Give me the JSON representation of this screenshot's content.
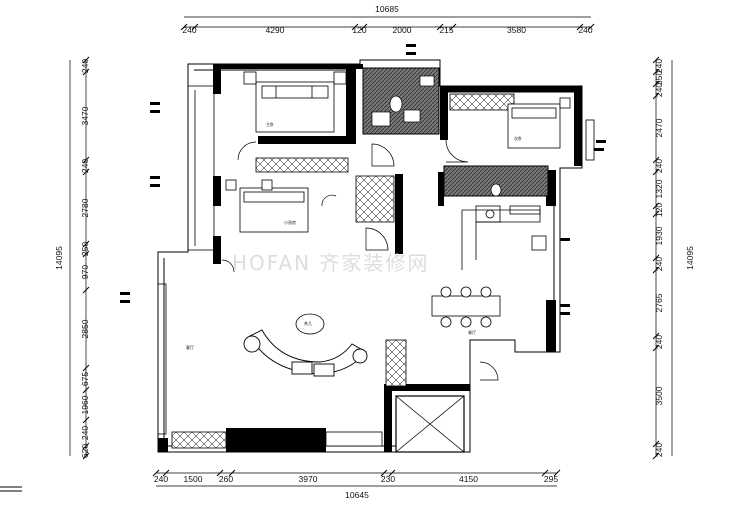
{
  "dimensions": {
    "top_total": "10685",
    "top_segments": [
      "240",
      "4290",
      "120",
      "2000",
      "215",
      "3580",
      "240"
    ],
    "bottom_total": "10645",
    "bottom_segments": [
      "240",
      "1500",
      "260",
      "3970",
      "230",
      "4150",
      "295"
    ],
    "left_total": "14095",
    "left_segments": [
      "240",
      "3470",
      "240",
      "2780",
      "250",
      "970",
      "2850",
      "675",
      "1960",
      "240",
      "620"
    ],
    "right_total": "14095",
    "right_segments": [
      "240",
      "350",
      "240",
      "2470",
      "240",
      "1320",
      "120",
      "1930",
      "240",
      "2765",
      "240",
      "3500",
      "240"
    ]
  },
  "rooms": {
    "master_bedroom": "主卧",
    "second_bedroom": "次卧",
    "kids_room": "小孩房",
    "living_room": "客厅",
    "tea_table": "茶几",
    "dining_room": "餐厅"
  },
  "watermark": "HOFAN 齐家装修网",
  "colors": {
    "ink": "#000000",
    "hatch": "#555555",
    "watermark": "#d8d8d8"
  }
}
